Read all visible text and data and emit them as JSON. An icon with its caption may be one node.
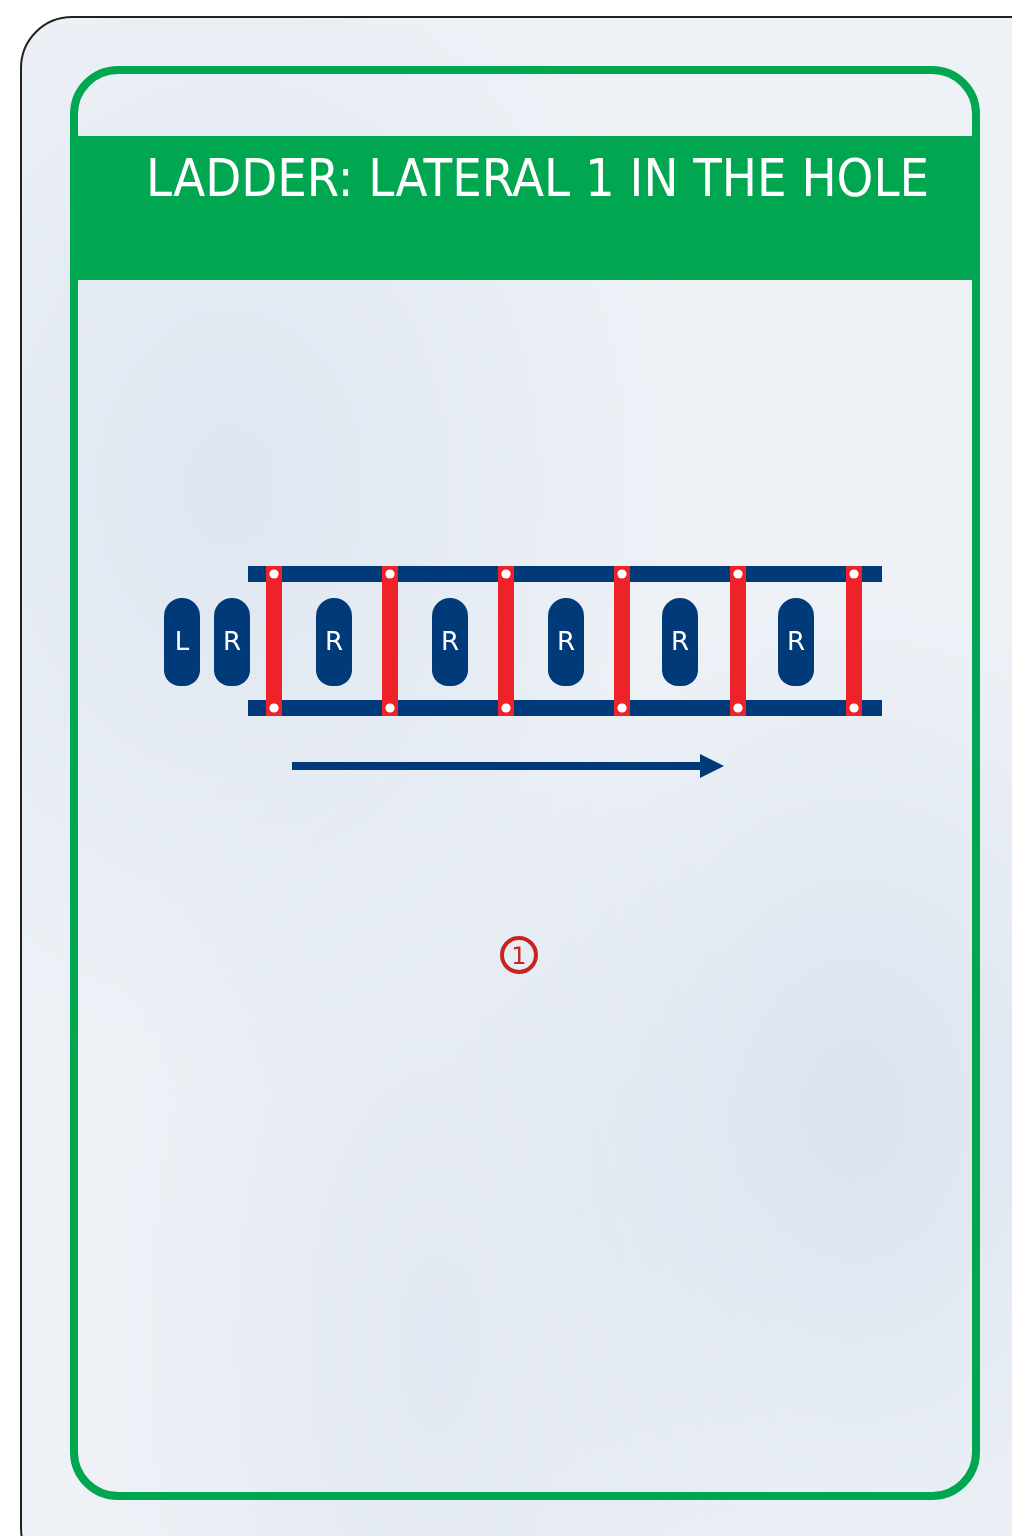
{
  "diagram": {
    "title": "LADDER: LATERAL 1 IN THE HOLE",
    "nodes": [
      {
        "text": [
          "L"
        ]
      },
      {
        "text": [
          "R"
        ]
      },
      {
        "text": [
          "R"
        ]
      },
      {
        "text": [
          "R"
        ]
      },
      {
        "text": [
          "R"
        ]
      },
      {
        "text": [
          "R"
        ]
      },
      {
        "text": [
          "R"
        ]
      }
    ],
    "labels": [
      "1"
    ]
  }
}
